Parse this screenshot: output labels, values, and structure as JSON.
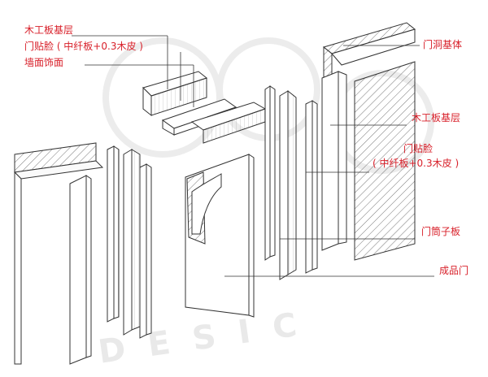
{
  "colors": {
    "label": "#d8202a",
    "stroke": "#333333",
    "watermark": "#e9e9e9"
  },
  "labels": {
    "top_left_1": "木工板基层",
    "top_left_2": "门贴脸 ( 中纤板+0.3木皮 )",
    "top_left_3": "墙面饰面",
    "door_opening_base": "门洞基体",
    "plywood_base": "木工板基层",
    "door_casing": "门贴脸",
    "door_casing_material": "( 中纤板+0.3木皮 )",
    "jamb_board": "门筒子板",
    "finished_door": "成品门"
  },
  "watermark_text": "DESIC"
}
